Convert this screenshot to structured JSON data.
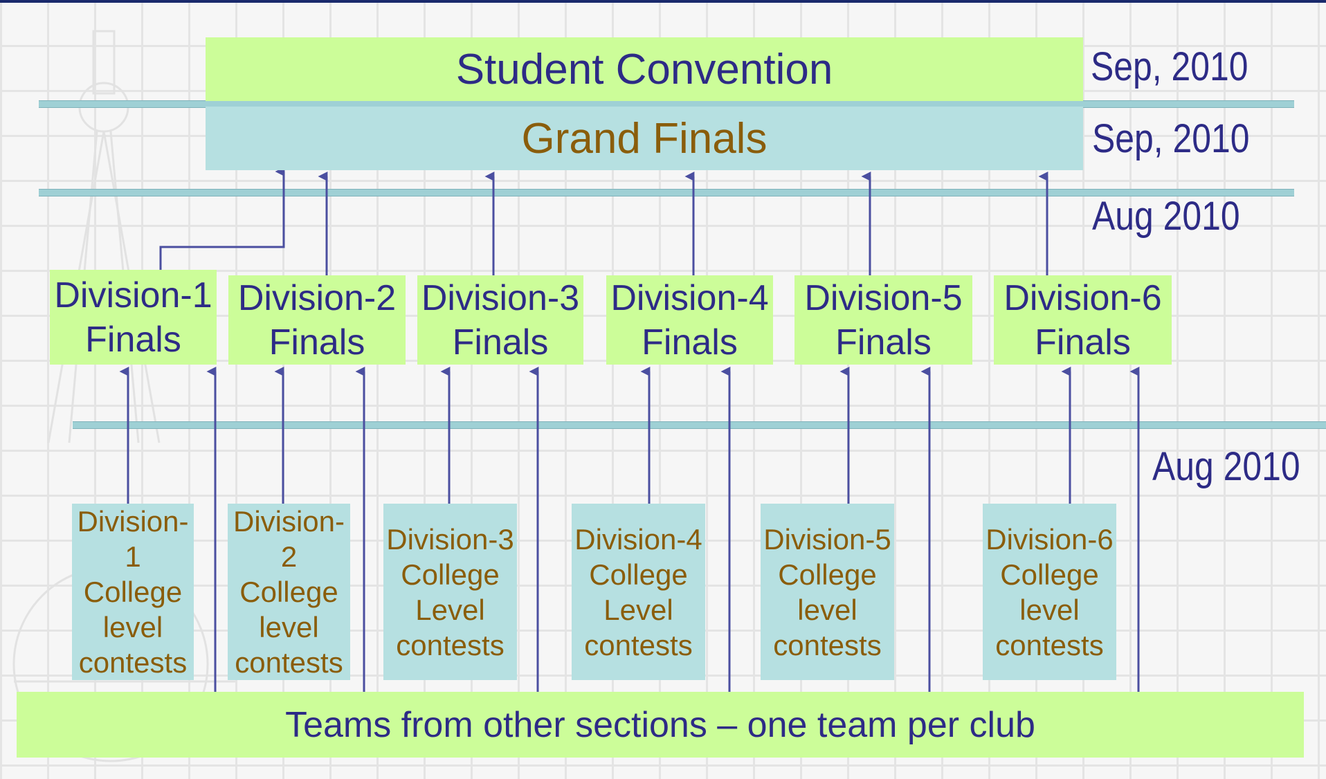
{
  "diagram": {
    "student_convention": {
      "label": "Student Convention",
      "date": "Sep, 2010"
    },
    "grand_finals": {
      "label": "Grand Finals",
      "date": "Sep, 2010"
    },
    "division_finals_date": "Aug 2010",
    "college_contests_date": "Aug 2010",
    "division_finals": [
      {
        "line1": "Division-1",
        "line2": "Finals"
      },
      {
        "line1": "Division-2",
        "line2": "Finals"
      },
      {
        "line1": "Division-3",
        "line2": "Finals"
      },
      {
        "line1": "Division-4",
        "line2": "Finals"
      },
      {
        "line1": "Division-5",
        "line2": "Finals"
      },
      {
        "line1": "Division-6",
        "line2": "Finals"
      }
    ],
    "college_contests": [
      {
        "lines": [
          "Division-1",
          "College",
          "level",
          "contests"
        ]
      },
      {
        "lines": [
          "Division-2",
          "College",
          "level",
          "contests"
        ]
      },
      {
        "lines": [
          "Division-3",
          "College",
          "Level",
          "contests"
        ]
      },
      {
        "lines": [
          "Division-4",
          "College",
          "Level",
          "contests"
        ]
      },
      {
        "lines": [
          "Division-5",
          "College",
          "level",
          "contests"
        ]
      },
      {
        "lines": [
          "Division-6",
          "College",
          "level",
          "contests"
        ]
      }
    ],
    "other_sections": "Teams from other sections – one team per club"
  },
  "colors": {
    "green_box": "#ccfd99",
    "teal_box": "#b6e0e1",
    "navy_text": "#2d2b86",
    "brown_text": "#8a5d0b",
    "arrow": "#4b4fa0"
  }
}
